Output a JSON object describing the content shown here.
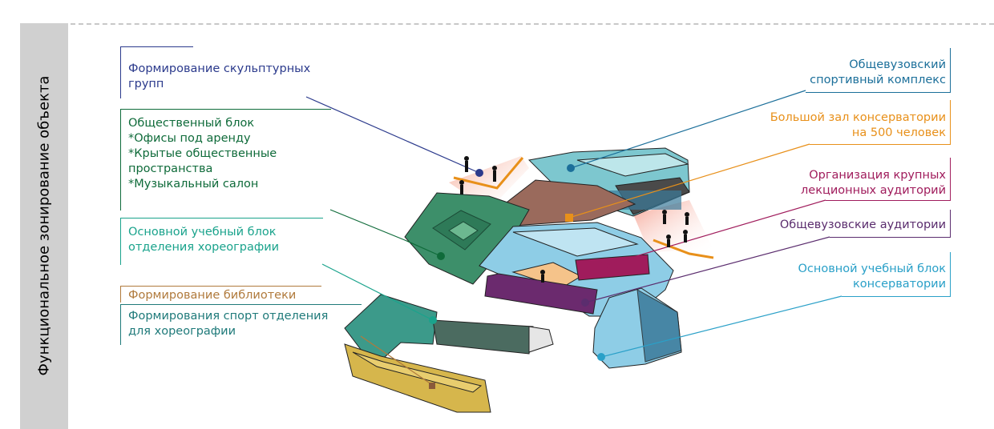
{
  "side_title": "Функциональное зонирование объекта",
  "colors": {
    "sculpture": "#2b3a8c",
    "public": "#0f6b3a",
    "choreo": "#1aa38c",
    "library": "#b07a3c",
    "sport_choreo": "#1f7a7a",
    "sport_uni": "#1b6f9a",
    "big_hall": "#e8901a",
    "lecture": "#a01c5c",
    "auditoria": "#5b2d6e",
    "conservatory": "#2aa0c8"
  },
  "labels": {
    "sculpture": [
      "Формирование скульптурных",
      "групп"
    ],
    "public": [
      "Общественный блок",
      "*Офисы под аренду",
      "*Крытые общественные",
      "пространства",
      "*Музыкальный салон"
    ],
    "choreo": [
      "Основной учебный блок",
      "отделения хореографии"
    ],
    "library": [
      "Формирование библиотеки"
    ],
    "sport_choreo": [
      "Формирования спорт отделения",
      "для хореографии"
    ],
    "sport_uni": [
      "Общевузовский",
      "спортивный комплекс"
    ],
    "big_hall": [
      "Большой зал консерватории",
      "на 500 человек"
    ],
    "lecture": [
      "Организация крупных",
      "лекционных аудиторий"
    ],
    "auditoria": [
      "Общевузовские аудитории"
    ],
    "conservatory": [
      "Основной учебный блок",
      "консерватории"
    ]
  }
}
